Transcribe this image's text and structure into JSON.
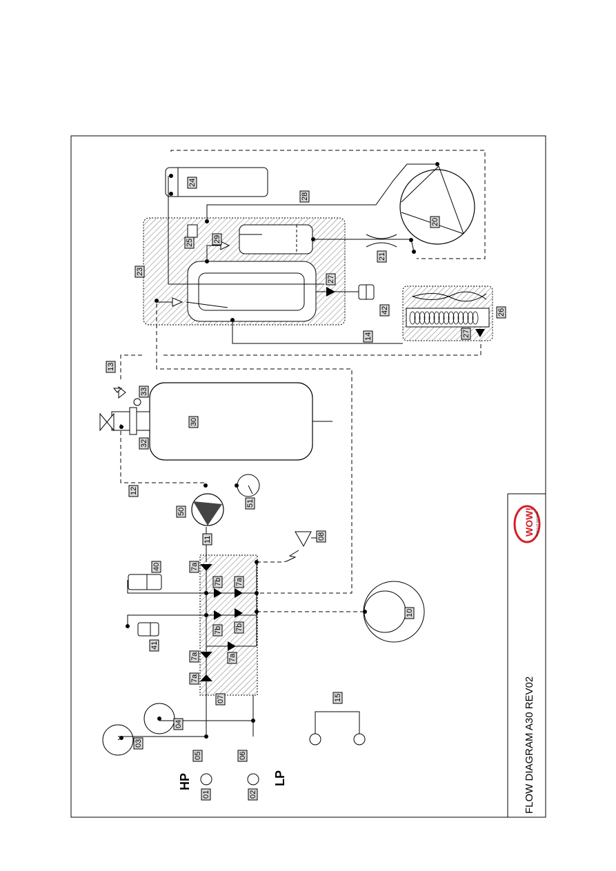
{
  "title": "FLOW DIAGRAM A30 REV02",
  "logo": {
    "text": "WOW!",
    "subtext": "WORLD OF WASHING"
  },
  "side_labels": {
    "hp": "HP",
    "lp": "LP"
  },
  "labels": {
    "l01": "01",
    "l02": "02",
    "l03": "03",
    "l04": "04",
    "l05": "05",
    "l06": "06",
    "l07": "07",
    "l08": "08",
    "l10": "10",
    "l11": "11",
    "l12": "12",
    "l13": "13",
    "l14": "14",
    "l15": "15",
    "l20": "20",
    "l21": "21",
    "l23": "23",
    "l24": "24",
    "l25": "25",
    "l26": "26",
    "l27a": "27",
    "l27b": "27",
    "l28": "28",
    "l29": "29",
    "l30": "30",
    "l32": "32",
    "l33": "33",
    "l40": "40",
    "l41": "41",
    "l42": "42",
    "l50": "50",
    "l51": "51",
    "v1": "7a",
    "v2": "7a",
    "v3": "7a",
    "v4": "7a",
    "v5": "7a",
    "v6": "7b",
    "v7": "7b",
    "v8": "7b"
  },
  "colors": {
    "line": "#000000",
    "label_bg": "#d9d9d9",
    "hatch": "#888888",
    "logo_red": "#d31f26"
  }
}
